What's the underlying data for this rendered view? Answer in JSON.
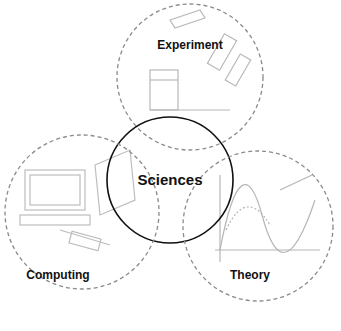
{
  "diagram": {
    "nodes": [
      {
        "text": [
          "Experiment"
        ]
      },
      {
        "text": [
          "Sciences"
        ]
      },
      {
        "text": [
          "Computing"
        ]
      },
      {
        "text": [
          "Theory"
        ]
      }
    ]
  }
}
